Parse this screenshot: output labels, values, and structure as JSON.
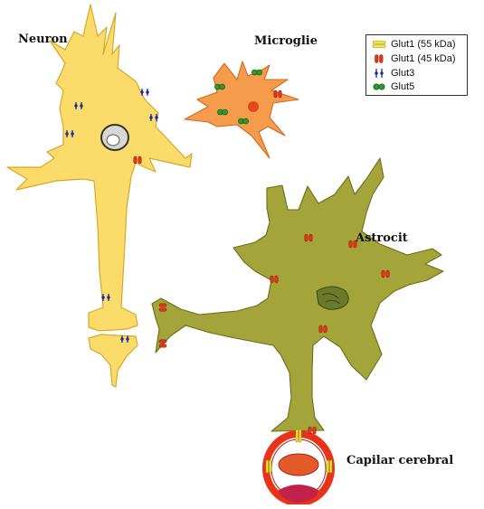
{
  "labels": {
    "neuron": "Neuron",
    "microglia": "Microglie",
    "astrocyte": "Astrocit",
    "capillary": "Capilar cerebral"
  },
  "legend": [
    {
      "name": "Glut1 (55 kDa)",
      "icon": "glut1-55kda-icon",
      "color": "#f2ea3a"
    },
    {
      "name": "Glut1 (45 kDa)",
      "icon": "glut1-45kda-icon",
      "color": "#e8331a"
    },
    {
      "name": "Glut3",
      "icon": "glut3-icon",
      "color": "#1c2fa0"
    },
    {
      "name": "Glut5",
      "icon": "glut5-icon",
      "color": "#2a9a2a"
    }
  ],
  "colors": {
    "neuron": "#fbdc6a",
    "microglia": "#f59b4c",
    "astrocyte": "#a3a53a",
    "capillary_ring": "#e8331a",
    "red_cell": "#e35a2a"
  }
}
